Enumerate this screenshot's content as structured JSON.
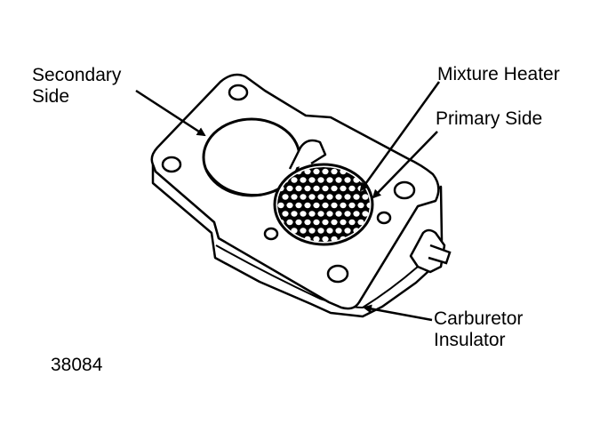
{
  "labels": {
    "secondary_side_line1": "Secondary",
    "secondary_side_line2": "Side",
    "mixture_heater": "Mixture Heater",
    "primary_side": "Primary Side",
    "carburetor_insulator_line1": "Carburetor",
    "carburetor_insulator_line2": "Insulator"
  },
  "figure_number": "38084",
  "colors": {
    "ink": "#000000",
    "paper": "#ffffff"
  }
}
